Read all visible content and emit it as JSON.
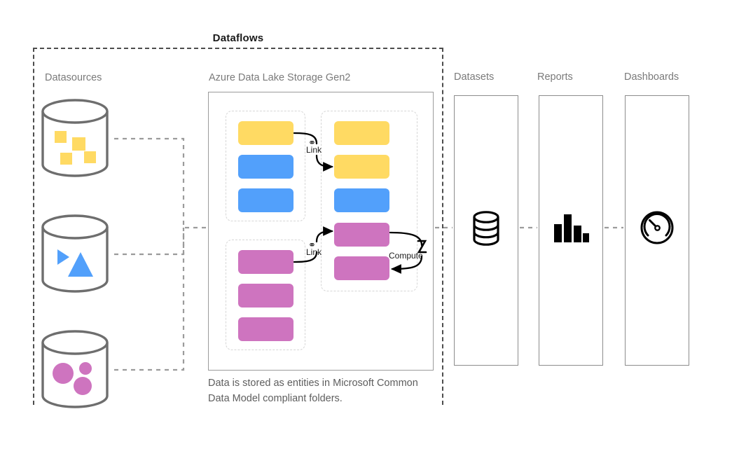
{
  "diagram": {
    "title": "Dataflows",
    "caption": "Data is stored as entities in Microsoft Common Data Model compliant folders."
  },
  "columns": {
    "datasources": "Datasources",
    "adls": "Azure Data Lake Storage Gen2",
    "datasets": "Datasets",
    "reports": "Reports",
    "dashboards": "Dashboards"
  },
  "datasources": [
    {
      "name": "datasource-yellow",
      "icon": "database-cylinder-icon",
      "accent": "#FFDA63",
      "marks": "squares"
    },
    {
      "name": "datasource-blue",
      "icon": "database-cylinder-icon",
      "accent": "#52A0FB",
      "marks": "triangles"
    },
    {
      "name": "datasource-pink",
      "icon": "database-cylinder-icon",
      "accent": "#CE74BF",
      "marks": "circles"
    }
  ],
  "adls": {
    "groups": [
      {
        "name": "group-a",
        "entities": [
          {
            "color": "#FFDA63"
          },
          {
            "color": "#52A0FB"
          },
          {
            "color": "#52A0FB"
          }
        ]
      },
      {
        "name": "group-b",
        "entities": [
          {
            "color": "#FFDA63"
          },
          {
            "color": "#FFDA63"
          },
          {
            "color": "#52A0FB"
          },
          {
            "color": "#CE74BF"
          },
          {
            "color": "#CE74BF"
          }
        ]
      },
      {
        "name": "group-c",
        "entities": [
          {
            "color": "#CE74BF"
          },
          {
            "color": "#CE74BF"
          },
          {
            "color": "#CE74BF"
          }
        ]
      }
    ]
  },
  "annotations": {
    "link_1": "Link",
    "link_2": "Link",
    "compute": "Compute",
    "link_glyph": "⚭"
  },
  "outputs": [
    {
      "name": "datasets-column",
      "label": "Datasets",
      "icon": "database-stack-icon"
    },
    {
      "name": "reports-column",
      "label": "Reports",
      "icon": "bar-chart-icon"
    },
    {
      "name": "dashboards-column",
      "label": "Dashboards",
      "icon": "gauge-icon"
    }
  ],
  "colors": {
    "yellow": "#FFDA63",
    "blue": "#52A0FB",
    "pink": "#CE74BF",
    "outline": "#6E6E6E",
    "dash": "#9b9b9b",
    "text": "#5e5e5e"
  },
  "chart_data": {
    "type": "bar",
    "title": "",
    "categories": [
      "1",
      "2",
      "3",
      "4"
    ],
    "values": [
      28,
      42,
      26,
      15
    ],
    "xlabel": "",
    "ylabel": "",
    "ylim": [
      0,
      45
    ]
  }
}
